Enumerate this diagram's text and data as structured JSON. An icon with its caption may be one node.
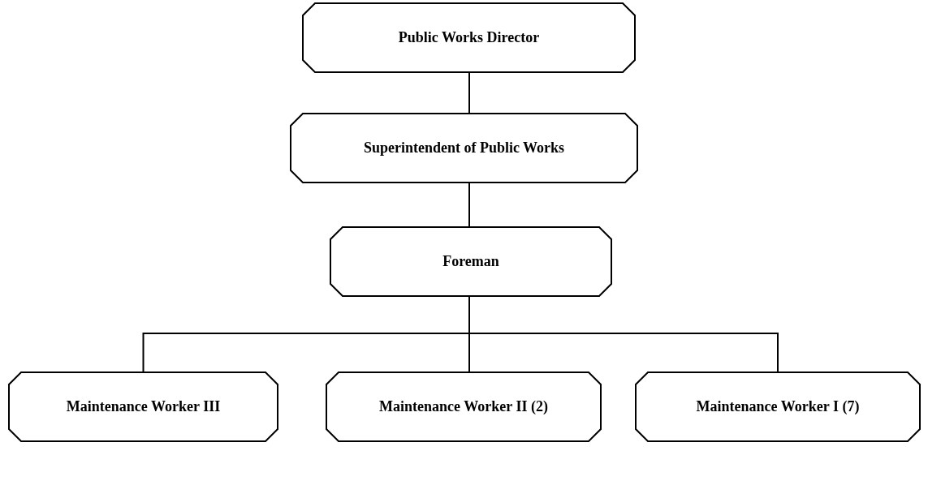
{
  "diagram": {
    "nodes": [
      {
        "text": [
          "Public Works Director"
        ]
      },
      {
        "text": [
          "Superintendent of Public Works"
        ]
      },
      {
        "text": [
          "Foreman"
        ]
      },
      {
        "text": [
          "Maintenance Worker III"
        ]
      },
      {
        "text": [
          "Maintenance Worker II (2)"
        ]
      },
      {
        "text": [
          "Maintenance Worker I (7)"
        ]
      }
    ],
    "edges": [
      {
        "from": 0,
        "to": 1,
        "arrow": "none"
      },
      {
        "from": 1,
        "to": 2,
        "arrow": "none"
      },
      {
        "from": 2,
        "to": 3,
        "arrow": "none"
      },
      {
        "from": 2,
        "to": 4,
        "arrow": "none"
      },
      {
        "from": 2,
        "to": 5,
        "arrow": "none"
      }
    ]
  }
}
